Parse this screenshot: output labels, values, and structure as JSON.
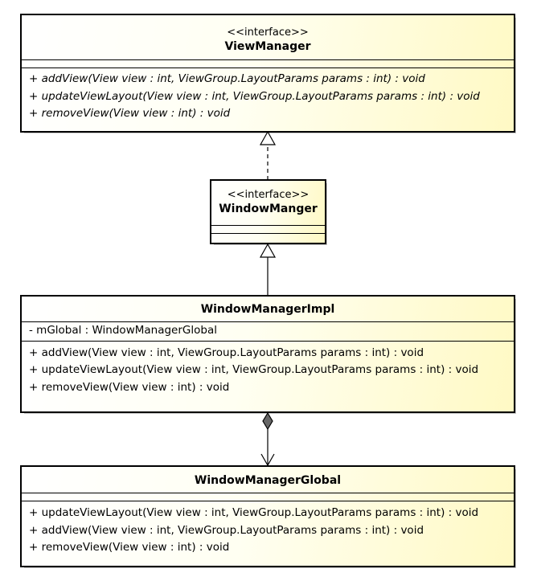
{
  "view_manager": {
    "stereotype": "<<interface>>",
    "name": "ViewManager",
    "operations": [
      "+ addView(View view : int, ViewGroup.LayoutParams params : int) : void",
      "+ updateViewLayout(View view : int, ViewGroup.LayoutParams params : int) : void",
      "+ removeView(View view : int) : void"
    ]
  },
  "window_manager": {
    "stereotype": "<<interface>>",
    "name": "WindowManger"
  },
  "window_manager_impl": {
    "name": "WindowManagerImpl",
    "attributes": [
      "- mGlobal : WindowManagerGlobal"
    ],
    "operations": [
      "+ addView(View view : int, ViewGroup.LayoutParams params : int) : void",
      "+ updateViewLayout(View view : int, ViewGroup.LayoutParams params : int) : void",
      "+ removeView(View view : int) : void"
    ]
  },
  "window_manager_global": {
    "name": "WindowManagerGlobal",
    "operations": [
      "+ updateViewLayout(View view : int, ViewGroup.LayoutParams params : int) : void",
      "+ addView(View view : int, ViewGroup.LayoutParams params : int) : void",
      "+ removeView(View view : int) : void"
    ]
  },
  "colors": {
    "gradient_end": "#fff9c4",
    "border": "#000000",
    "diamond_fill": "#666666"
  }
}
